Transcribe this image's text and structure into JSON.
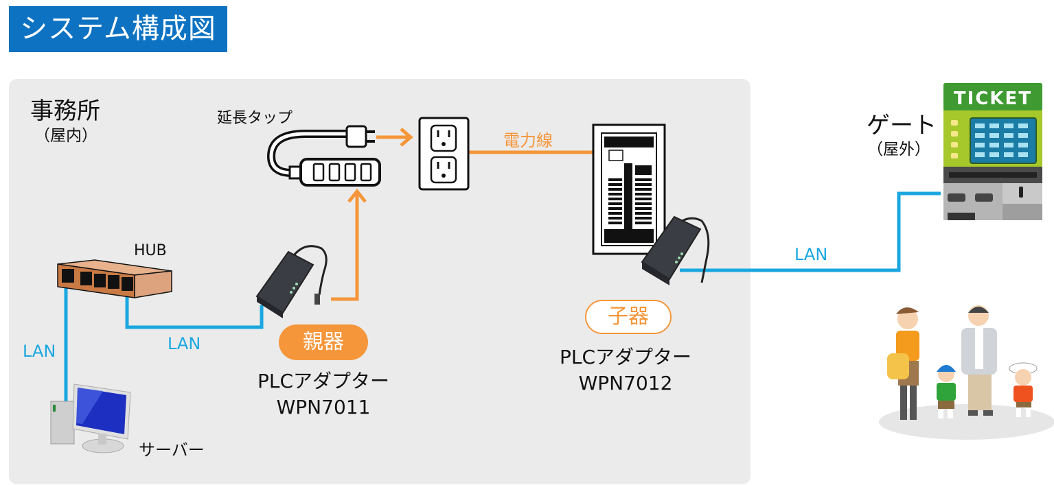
{
  "title": "システム構成図",
  "colors": {
    "title_bg": "#0d72c2",
    "panel_bg": "#ebebeb",
    "lan": "#1aa7e0",
    "power": "#f5963a"
  },
  "office": {
    "title": "事務所",
    "subtitle": "（屋内）"
  },
  "gate": {
    "title": "ゲート",
    "subtitle": "（屋外）",
    "ticket_sign": "TICKET"
  },
  "devices": {
    "power_strip": "延長タップ",
    "hub": "HUB",
    "server": "サーバー",
    "parent_adapter": {
      "badge": "親器",
      "name": "PLCアダプター",
      "model": "WPN7011"
    },
    "child_adapter": {
      "badge": "子器",
      "name": "PLCアダプター",
      "model": "WPN7012"
    }
  },
  "connections": {
    "power_line": "電力線",
    "lan_hub_server": "LAN",
    "lan_hub_parent": "LAN",
    "lan_child_gate": "LAN"
  }
}
